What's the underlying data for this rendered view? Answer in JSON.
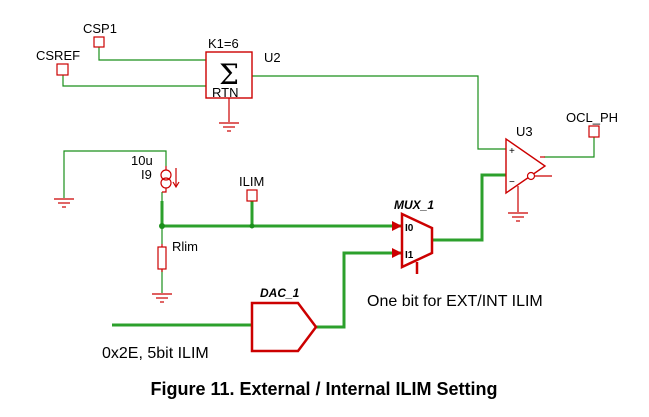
{
  "pins": {
    "csp1": "CSP1",
    "csref": "CSREF",
    "ilim": "ILIM",
    "ocl_ph": "OCL_PH"
  },
  "summer": {
    "gain_label": "K1=6",
    "ref_label": "U2",
    "symbol": "Σ",
    "rtn_label": "RTN"
  },
  "current_source": {
    "value": "10u",
    "ref_label": "I9"
  },
  "resistor": {
    "ref_label": "Rlim"
  },
  "comparator": {
    "ref_label": "U3",
    "plus": "+",
    "minus": "−"
  },
  "mux": {
    "ref_label": "MUX_1",
    "input0": "I0",
    "input1": "I1"
  },
  "dac": {
    "ref_label": "DAC_1"
  },
  "notes": {
    "mux_note": "One bit for EXT/INT ILIM",
    "dac_note": "0x2E, 5bit ILIM"
  },
  "caption": "Figure 11. External / Internal ILIM Setting",
  "colors": {
    "component": "#cc0000",
    "wire": "#1a8f1a",
    "bus": "#2ca02c",
    "text": "#000000"
  }
}
